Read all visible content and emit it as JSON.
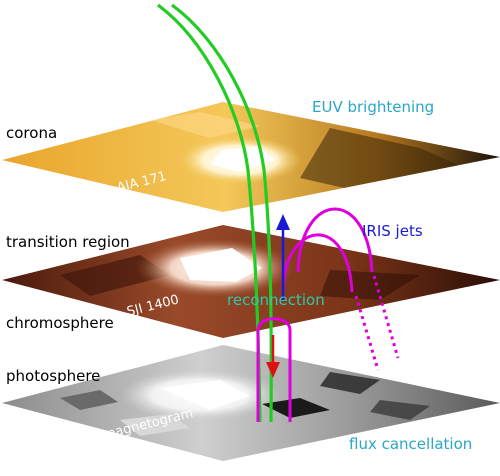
{
  "layers": {
    "corona": "corona",
    "transition_region": "transition region",
    "chromosphere": "chromosphere",
    "photosphere": "photosphere"
  },
  "plane_labels": {
    "aia": "AIA 171",
    "sji": "SJI 1400",
    "hmi": "HMI magnetogram"
  },
  "annotations": {
    "euv": "EUV brightening",
    "iris": "IRIS jets",
    "reconnection": "reconnection",
    "flux": "flux cancellation"
  },
  "colors": {
    "field_line_open": "#22cc22",
    "field_line_loop": "#dd00dd",
    "arrow_up": "#1a1ad6",
    "arrow_down": "#dd1111",
    "text_cyan": "#2aa6c6",
    "text_blue": "#1a1ad6",
    "text_green": "#2ec9a8"
  }
}
